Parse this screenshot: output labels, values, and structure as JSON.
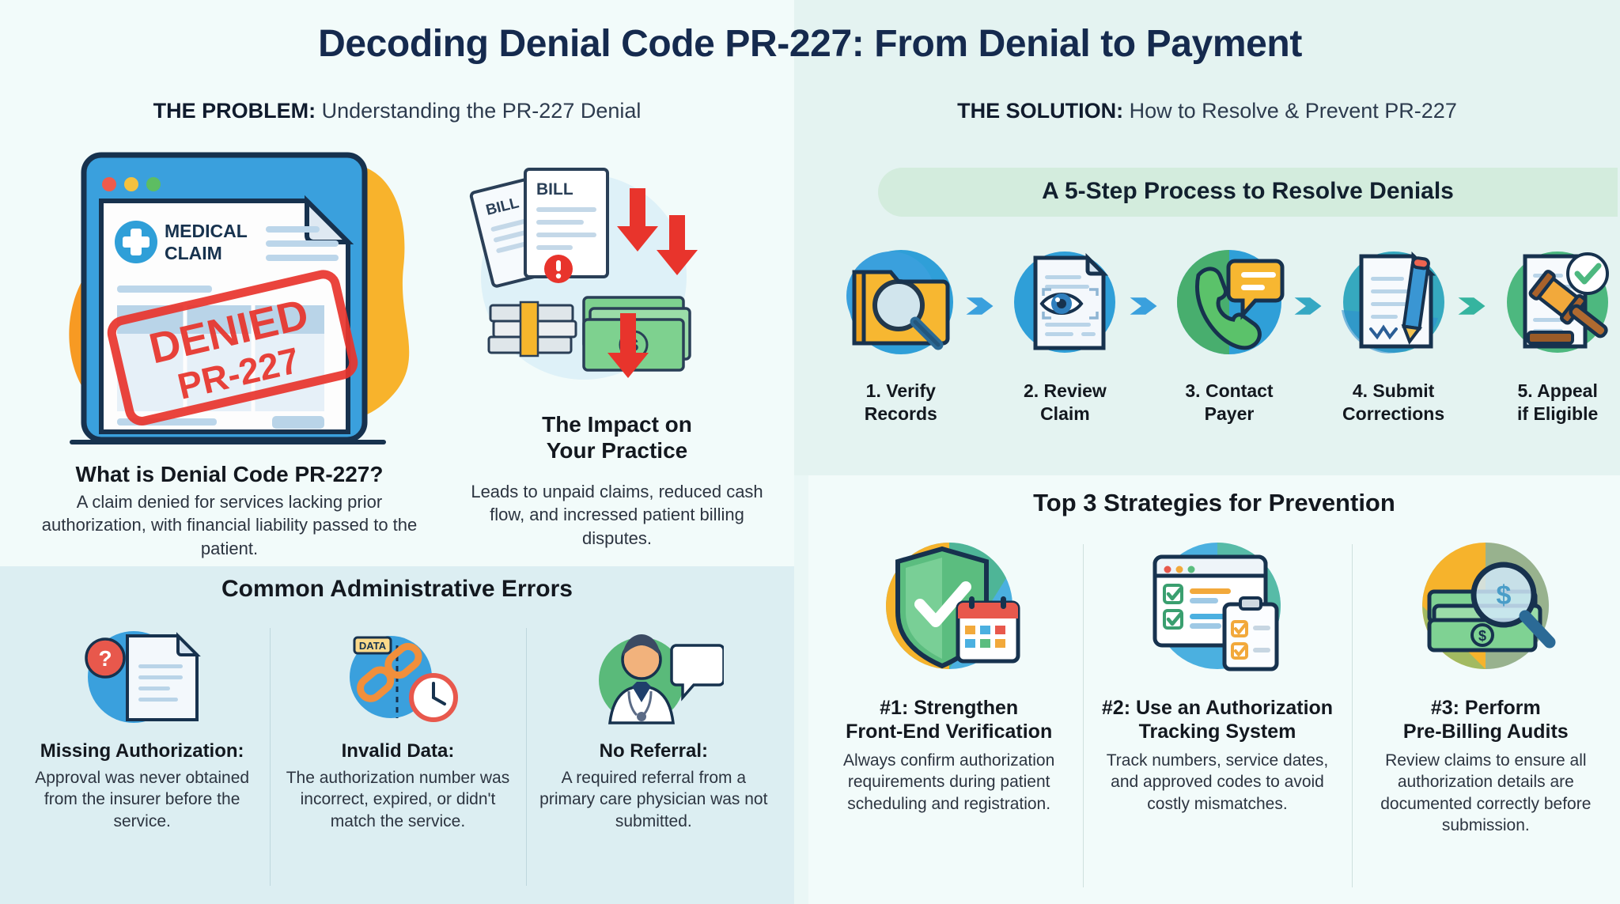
{
  "title": "Decoding Denial Code PR-227: From Denial to Payment",
  "colors": {
    "navy": "#152a4e",
    "page_bg": "#eaf7f6",
    "panel_light": "#f2fbfa",
    "panel_mint": "#e4f3f1",
    "panel_blue": "#dceef2",
    "banner_green": "#d3ecdd",
    "denied_red": "#e8342c",
    "accent_blue": "#2f9fd8",
    "accent_yellow": "#f9b233",
    "accent_green": "#3fb27f"
  },
  "left": {
    "kicker_bold": "THE PROBLEM:",
    "kicker_rest": " Understanding the PR-227 Denial",
    "claim_illustration": {
      "header_line1": "MEDICAL",
      "header_line2": "CLAIM",
      "stamp_line1": "DENIED",
      "stamp_line2": "PR-227",
      "icon": "medical-cross-icon"
    },
    "what_is": {
      "title": "What is Denial Code PR-227?",
      "body": "A claim denied for services lacking prior authorization, with financial liability passed to the patient."
    },
    "impact": {
      "title_line1": "The Impact on",
      "title_line2": "Your Practice",
      "body": "Leads to unpaid claims, reduced cash flow, and incressed patient billing disputes.",
      "illustration_label": "BILL"
    }
  },
  "errors": {
    "heading": "Common Administrative Errors",
    "items": [
      {
        "icon": "document-question-icon",
        "title": "Missing Authorization:",
        "body": "Approval was never obtained from the insurer before the service."
      },
      {
        "icon": "broken-link-clock-icon",
        "title": "Invalid Data:",
        "body": "The authorization number was incorrect, expired, or didn't match the service.",
        "badge": "DATA"
      },
      {
        "icon": "physician-speech-icon",
        "title": "No Referral:",
        "body": "A required referral from a primary care physician was not submitted."
      }
    ]
  },
  "right": {
    "kicker_bold": "THE SOLUTION:",
    "kicker_rest": " How to Resolve & Prevent PR-227",
    "steps_banner": "A 5-Step Process to Resolve Denials",
    "steps": [
      {
        "icon": "folder-magnifier-icon",
        "label_line1": "1. Verify",
        "label_line2": "Records"
      },
      {
        "icon": "document-eye-icon",
        "label_line1": "2. Review",
        "label_line2": "Claim"
      },
      {
        "icon": "phone-chat-icon",
        "label_line1": "3. Contact",
        "label_line2": "Payer"
      },
      {
        "icon": "document-pencil-icon",
        "label_line1": "4. Submit",
        "label_line2": "Corrections"
      },
      {
        "icon": "gavel-check-icon",
        "label_line1": "5. Appeal",
        "label_line2": "if Eligible"
      }
    ],
    "strategies_heading": "Top 3 Strategies for Prevention",
    "strategies": [
      {
        "icon": "shield-calendar-icon",
        "title_line1": "#1: Strengthen",
        "title_line2": "Front-End Verification",
        "body": "Always confirm authorization requirements during patient scheduling and registration."
      },
      {
        "icon": "tracking-window-checklist-icon",
        "title_line1": "#2: Use an Authorization",
        "title_line2": "Tracking System",
        "body": "Track numbers, service dates, and approved codes to avoid costly mismatches."
      },
      {
        "icon": "cash-magnifier-icon",
        "title_line1": "#3: Perform",
        "title_line2": "Pre-Billing Audits",
        "body": "Review claims to ensure all authorization details are documented correctly before submission."
      }
    ]
  }
}
